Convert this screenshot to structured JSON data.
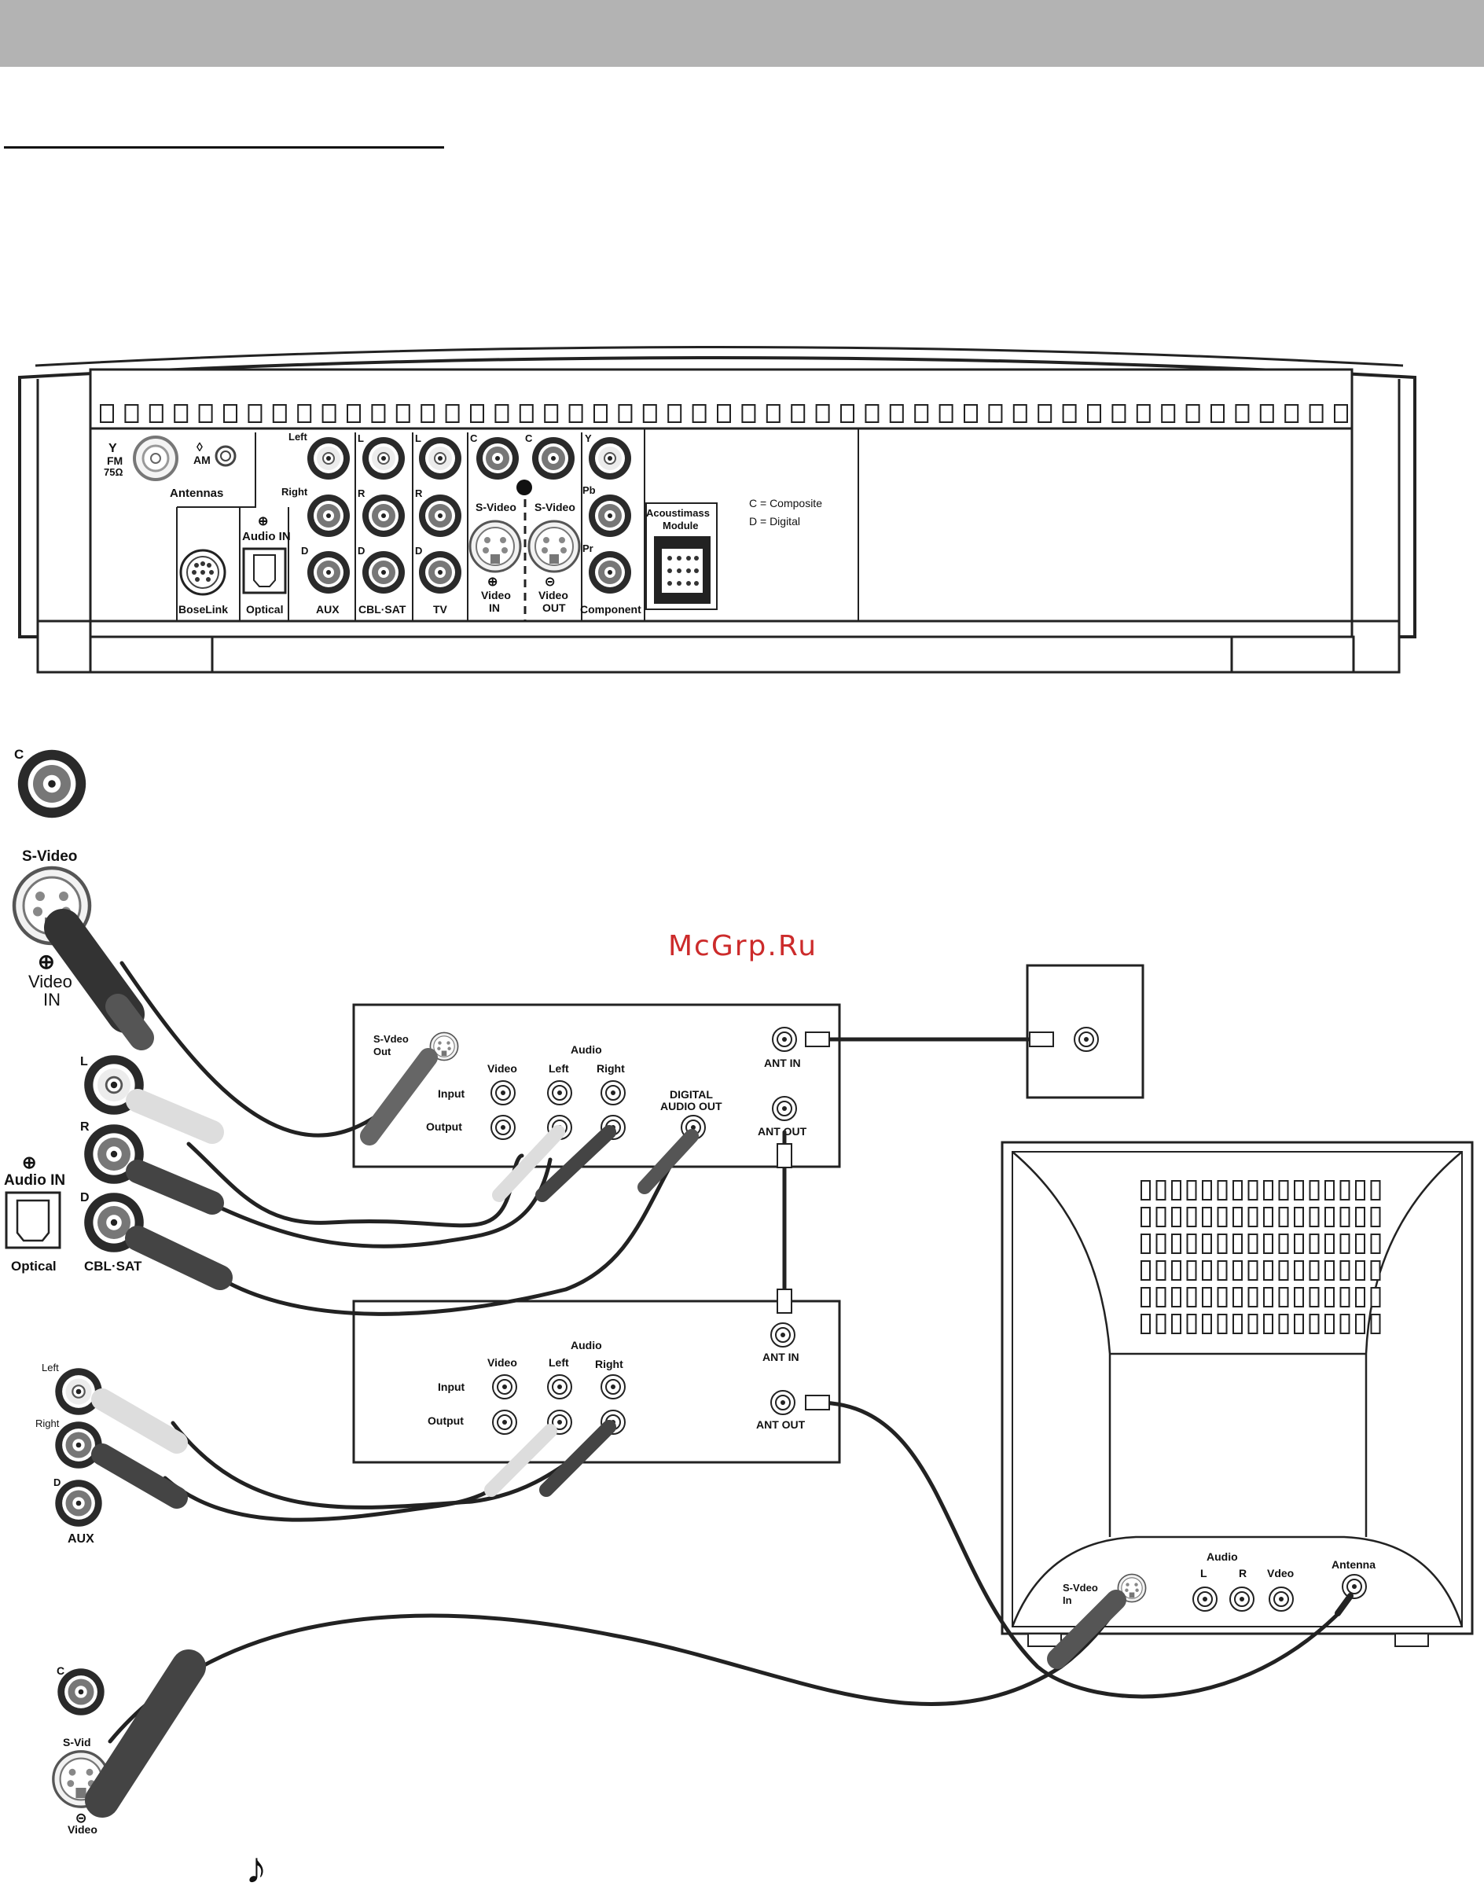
{
  "watermark": "McGrp.Ru",
  "console": {
    "fm_label": "FM",
    "fm_ohm": "75Ω",
    "am_label": "AM",
    "antennas": "Antennas",
    "audio_in": "Audio IN",
    "optical": "Optical",
    "boselink": "BoseLink",
    "left": "Left",
    "right": "Right",
    "aux": "AUX",
    "cbl_sat": "CBL·SAT",
    "tv": "TV",
    "l": "L",
    "r": "R",
    "d": "D",
    "c": "C",
    "s_video": "S-Video",
    "video": "Video",
    "in": "IN",
    "out": "OUT",
    "y": "Y",
    "pb": "Pb",
    "pr": "Pr",
    "component": "Component",
    "acoustimass_1": "Acoustimass",
    "acoustimass_2": "Module",
    "legend_c": "C = Composite",
    "legend_d": "D = Digital"
  },
  "cable_box": {
    "s_video_out_1": "S-Vdeo",
    "s_video_out_2": "Out",
    "audio": "Audio",
    "video": "Video",
    "left": "Left",
    "right": "Right",
    "input": "Input",
    "output": "Output",
    "digital_1": "DIGITAL",
    "digital_2": "AUDIO  OUT",
    "ant_in": "ANT  IN",
    "ant_out": "ANT  OUT"
  },
  "vcr": {
    "audio": "Audio",
    "video": "Video",
    "left": "Left",
    "right": "Right",
    "input": "Input",
    "output": "Output",
    "ant_in": "ANT  IN",
    "ant_out": "ANT  OUT"
  },
  "tv_set": {
    "s_video_1": "S-Vdeo",
    "s_video_2": "In",
    "audio": "Audio",
    "l": "L",
    "r": "R",
    "video": "Vdeo",
    "antenna": "Antenna"
  },
  "left_panel": {
    "c": "C",
    "s_video": "S-Video",
    "video": "Video",
    "in": "IN",
    "l": "L",
    "r": "R",
    "d": "D",
    "audio_in": "Audio IN",
    "optical": "Optical",
    "cbl_sat": "CBL·SAT",
    "left": "Left",
    "right": "Right",
    "aux": "AUX",
    "s_vid_out": "S-Vid",
    "video_out": "Video"
  },
  "icons": {
    "note": "♪"
  }
}
